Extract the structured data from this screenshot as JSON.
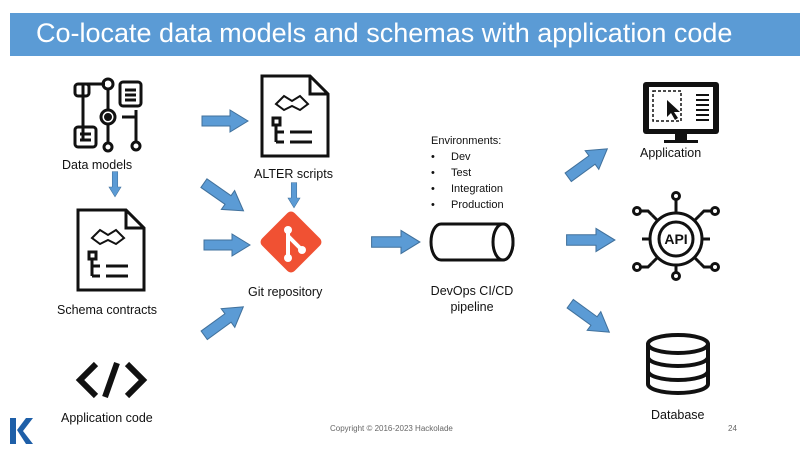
{
  "title": "Co-locate data models and schemas with application code",
  "nodes": {
    "data_models": "Data models",
    "alter_scripts": "ALTER scripts",
    "schema_contracts": "Schema contracts",
    "git_repository": "Git repository",
    "application_code": "Application code",
    "pipeline_line1": "DevOps CI/CD",
    "pipeline_line2": "pipeline",
    "application": "Application",
    "database": "Database"
  },
  "environments": {
    "heading": "Environments:",
    "items": [
      "Dev",
      "Test",
      "Integration",
      "Production"
    ]
  },
  "api_label": "API",
  "footer": {
    "copyright": "Copyright © 2016-2023 Hackolade",
    "page_number": "24"
  },
  "colors": {
    "title_bar": "#5b9bd5",
    "arrow_fill": "#5b9bd5",
    "arrow_stroke": "#41719c",
    "git_orange": "#f05133",
    "logo_blue": "#1e5fa8"
  },
  "icons": [
    "workflow-icon",
    "contract-handshake-icon",
    "git-logo-icon",
    "code-brackets-icon",
    "pipeline-cylinder-icon",
    "monitor-cursor-icon",
    "api-gear-icon",
    "database-icon",
    "hackolade-logo-icon"
  ]
}
